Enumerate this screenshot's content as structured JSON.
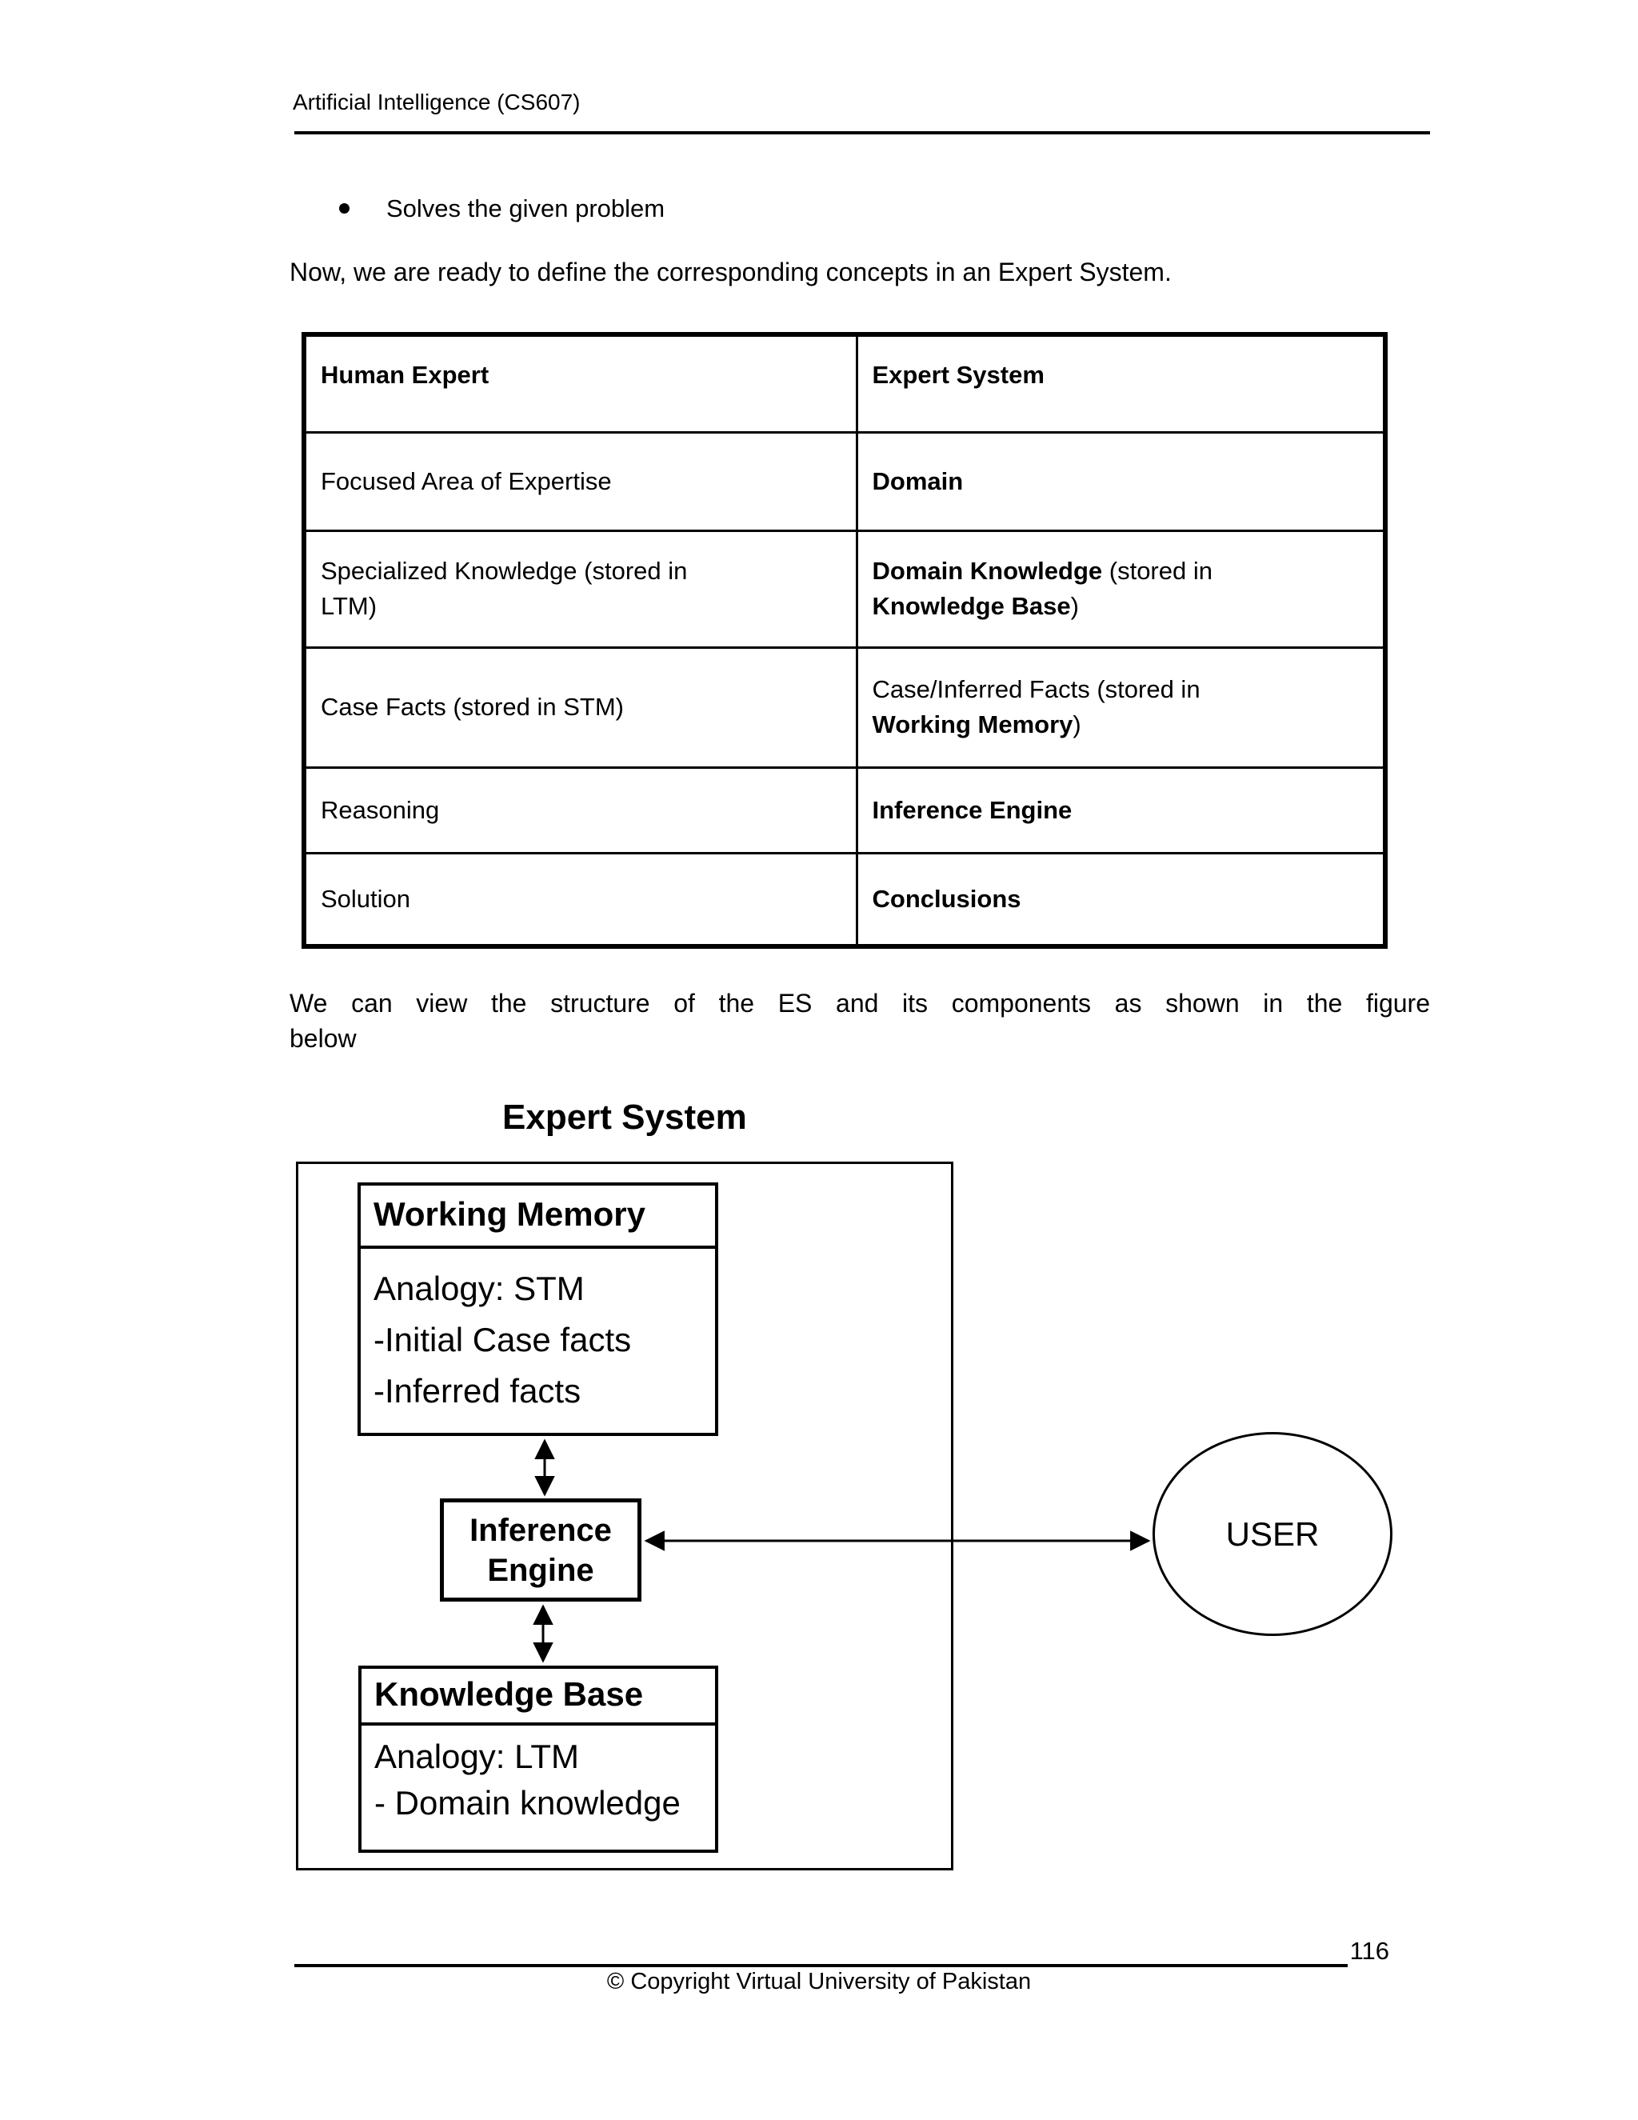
{
  "header": {
    "course_title": "Artificial Intelligence (CS607)"
  },
  "body": {
    "bullet_item": "Solves the given problem",
    "intro_paragraph": "Now, we are ready to define the corresponding concepts in an Expert System.",
    "comparison_table": {
      "columns": [
        "Human Expert",
        "Expert System"
      ],
      "rows": [
        {
          "left": [
            {
              "t": "Focused Area of Expertise"
            }
          ],
          "right": [
            {
              "t": "Domain",
              "b": true
            }
          ]
        },
        {
          "left": [
            {
              "t": "Specialized Knowledge (stored in\nLTM)"
            }
          ],
          "right": [
            {
              "t": "Domain Knowledge",
              "b": true
            },
            {
              "t": " (stored in\n"
            },
            {
              "t": "Knowledge Base",
              "b": true
            },
            {
              "t": ")"
            }
          ]
        },
        {
          "left": [
            {
              "t": "Case Facts (stored in STM)"
            }
          ],
          "right": [
            {
              "t": "Case/Inferred Facts (stored in\n"
            },
            {
              "t": "Working Memory",
              "b": true
            },
            {
              "t": ")"
            }
          ]
        },
        {
          "left": [
            {
              "t": "Reasoning"
            }
          ],
          "right": [
            {
              "t": "Inference Engine",
              "b": true
            }
          ]
        },
        {
          "left": [
            {
              "t": "Solution"
            }
          ],
          "right": [
            {
              "t": "Conclusions",
              "b": true
            }
          ]
        }
      ]
    },
    "figure_intro_paragraph": "We can view the structure of the ES and its components as shown in the figure\nbelow",
    "diagram": {
      "title": "Expert System",
      "working_memory": {
        "title": "Working Memory",
        "lines": [
          "Analogy: STM",
          "-Initial Case facts",
          "-Inferred facts"
        ]
      },
      "inference_engine": {
        "label": "Inference\nEngine"
      },
      "knowledge_base": {
        "title": "Knowledge Base",
        "lines": [
          "Analogy: LTM",
          "- Domain knowledge"
        ]
      },
      "user_label": "USER",
      "line_color": "#000000"
    }
  },
  "footer": {
    "page_number": "116",
    "copyright": "© Copyright Virtual University of Pakistan"
  }
}
